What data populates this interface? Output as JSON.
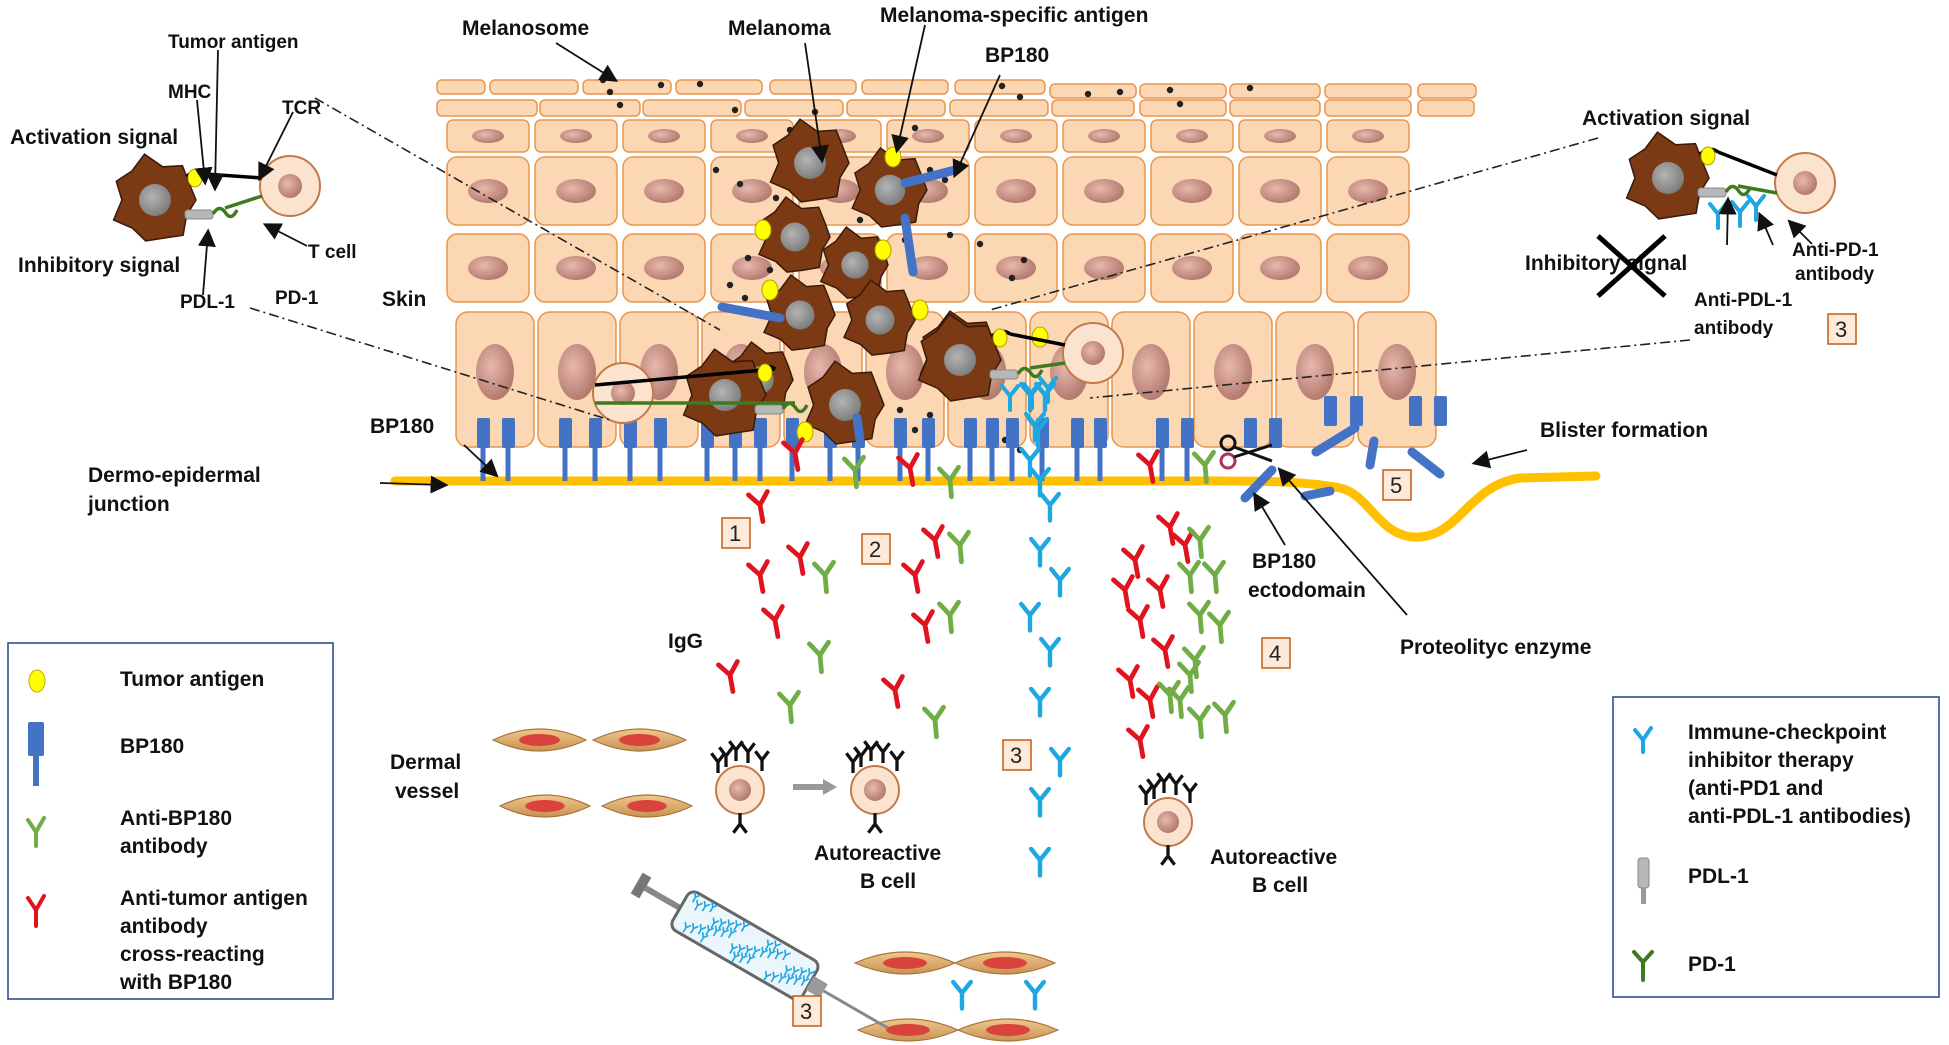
{
  "labels": {
    "melanosome": "Melanosome",
    "melanoma": "Melanoma",
    "melanoma_specific_antigen": "Melanoma-specific antigen",
    "bp180_top": "BP180",
    "tumor_antigen": "Tumor antigen",
    "mhc": "MHC",
    "tcr": "TCR",
    "activation_signal_left": "Activation signal",
    "inhibitory_signal_left": "Inhibitory signal",
    "t_cell": "T cell",
    "pdl1": "PDL-1",
    "pd1": "PD-1",
    "skin": "Skin",
    "bp180_left": "BP180",
    "dej_line1": "Dermo-epidermal",
    "dej_line2": "junction",
    "activation_signal_right": "Activation signal",
    "inhibitory_signal_right": "Inhibitory signal",
    "anti_pd1_line1": "Anti-PD-1",
    "anti_pd1_line2": "antibody",
    "anti_pdl1_line1": "Anti-PDL-1",
    "anti_pdl1_line2": "antibody",
    "blister_formation": "Blister formation",
    "bp180_ecto_line1": "BP180",
    "bp180_ecto_line2": "ectodomain",
    "proteolytic_enzyme": "Proteolityc enzyme",
    "igg": "IgG",
    "dermal_vessel_line1": "Dermal",
    "dermal_vessel_line2": "vessel",
    "autoreactive_b_left_line1": "Autoreactive",
    "autoreactive_b_left_line2": "B cell",
    "autoreactive_b_right_line1": "Autoreactive",
    "autoreactive_b_right_line2": "B cell"
  },
  "step_numbers": {
    "s1": "1",
    "s2": "2",
    "s3_center": "3",
    "s4": "4",
    "s5": "5",
    "s3_right": "3",
    "s3_bottom": "3"
  },
  "legend_left": {
    "tumor_antigen": "Tumor antigen",
    "bp180": "BP180",
    "anti_bp180_line1": "Anti-BP180",
    "anti_bp180_line2": "antibody",
    "anti_tumor_line1": "Anti-tumor antigen",
    "anti_tumor_line2": "antibody",
    "anti_tumor_line3": "cross-reacting",
    "anti_tumor_line4": "with BP180"
  },
  "legend_right": {
    "ici_line1": "Immune-checkpoint",
    "ici_line2": "inhibitor therapy",
    "ici_line3": "(anti-PD1 and",
    "ici_line4": "anti-PDL-1 antibodies)",
    "pdl1": "PDL-1",
    "pd1": "PD-1"
  },
  "colors": {
    "keratinocyte_fill": "#fbd7b4",
    "keratinocyte_stroke": "#e8964f",
    "nucleus": "#c98f83",
    "melanoma_cell": "#7b3a14",
    "bp180_blue": "#4472c4",
    "antibody_green": "#70ad47",
    "antibody_red": "#e0141e",
    "antibody_cyan": "#1ea7e0",
    "junction": "#ffc000",
    "tumor_antigen_yellow": "#ffff00",
    "legend_border": "#2f4f8f"
  }
}
